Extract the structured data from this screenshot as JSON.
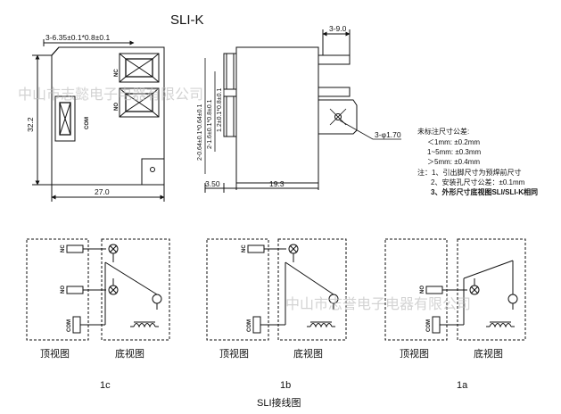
{
  "title": "SLI-K",
  "watermarks": [
    "中山市志懿电子电器有限公司",
    "中山市志誉电子电器有限公司"
  ],
  "front_view": {
    "dim_pins": "3-6.35±0.1*0.8±0.1",
    "dim_height": "32.2",
    "dim_width": "27.0",
    "pin_nc": "NC",
    "pin_no": "NO",
    "pin_com": "COM"
  },
  "side_view": {
    "dim_top": "3-9.0",
    "dim_left": "3.50",
    "dim_length": "19.3",
    "dim_v1": "2-0.64±0.1*0.64±0.1",
    "dim_v2": "2-1.6±0.1*0.8±0.1",
    "dim_v3": "1.2±0.1*0.8±0.1",
    "dim_hole": "3-φ1.70"
  },
  "tolerance_note": {
    "header": "未标注尺寸公差:",
    "lines": [
      "＜1mm: ±0.2mm",
      "1~5mm: ±0.3mm",
      "＞5mm: ±0.4mm"
    ],
    "notes": [
      "注：1、引出脚尺寸为预焊前尺寸",
      "2、安装孔尺寸公差：±0.1mm",
      "3、外形尺寸底视图SLI/SLI-K相同"
    ]
  },
  "schematics": [
    {
      "id": "1c",
      "top_label": "顶视图",
      "bottom_label": "底视图",
      "pins": [
        "NC",
        "NO",
        "COM"
      ]
    },
    {
      "id": "1b",
      "top_label": "顶视图",
      "bottom_label": "底视图",
      "pins": [
        "NC",
        "COM"
      ]
    },
    {
      "id": "1a",
      "top_label": "顶视图",
      "bottom_label": "底视图",
      "pins": [
        "NO",
        "COM"
      ]
    }
  ],
  "caption": "SLI接线图"
}
